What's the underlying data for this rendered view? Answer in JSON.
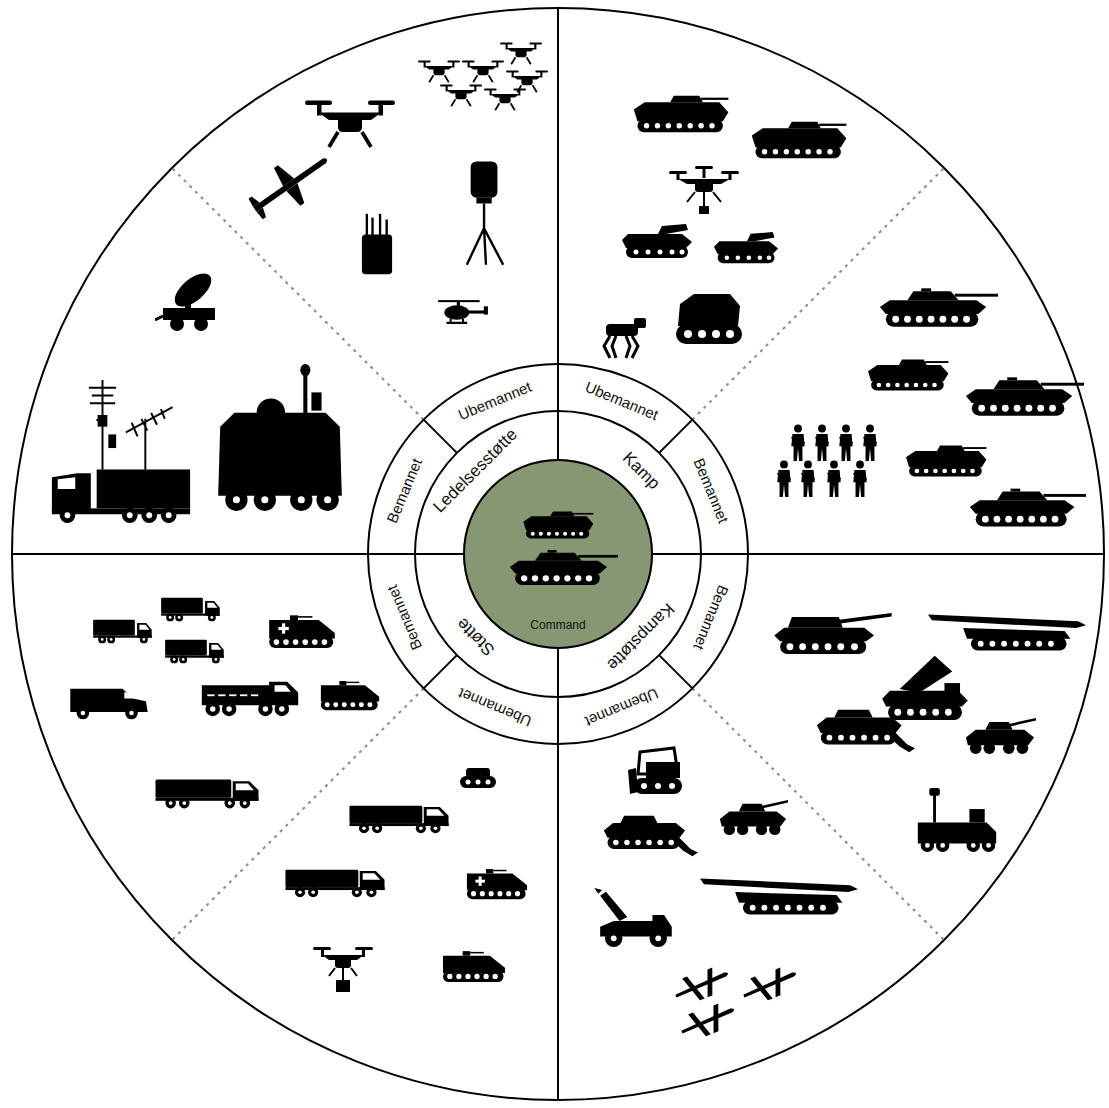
{
  "diagram": {
    "nodes": [
      {
        "text": [
          "Command"
        ]
      },
      {
        "text": [
          "Ledelsesstøtte"
        ]
      },
      {
        "text": [
          "Kamp"
        ]
      },
      {
        "text": [
          "Kampstøtte"
        ]
      },
      {
        "text": [
          "Støtte"
        ]
      },
      {
        "text": [
          "Ubemannet"
        ]
      },
      {
        "text": [
          "Ubemannet"
        ]
      },
      {
        "text": [
          "Bemannet"
        ]
      },
      {
        "text": [
          "Bemannet"
        ]
      },
      {
        "text": [
          "Ubemannet"
        ]
      },
      {
        "text": [
          "Ubemannet"
        ]
      },
      {
        "text": [
          "Bemannet"
        ]
      },
      {
        "text": [
          "Bemannet"
        ]
      }
    ]
  }
}
